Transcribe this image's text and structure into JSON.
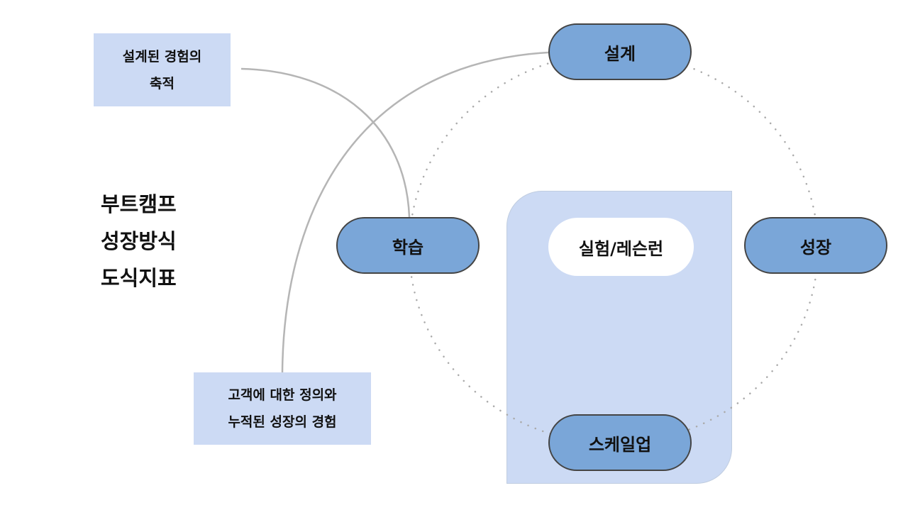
{
  "nodes": {
    "design": "설계",
    "learning": "학습",
    "growth": "성장",
    "scaleup": "스케일업"
  },
  "center_label": "실험/레슨런",
  "note_top": {
    "line1": "설계된 경험의",
    "line2": "축적"
  },
  "note_bottom": {
    "line1": "고객에 대한 정의와",
    "line2": "누적된 성장의 경험"
  },
  "side_title": [
    "부트캠프",
    "성장방식",
    "도식지표"
  ],
  "colors": {
    "pill": "#7aa6d8",
    "panel": "#ccdaf4",
    "connector": "#b5b5b5"
  }
}
